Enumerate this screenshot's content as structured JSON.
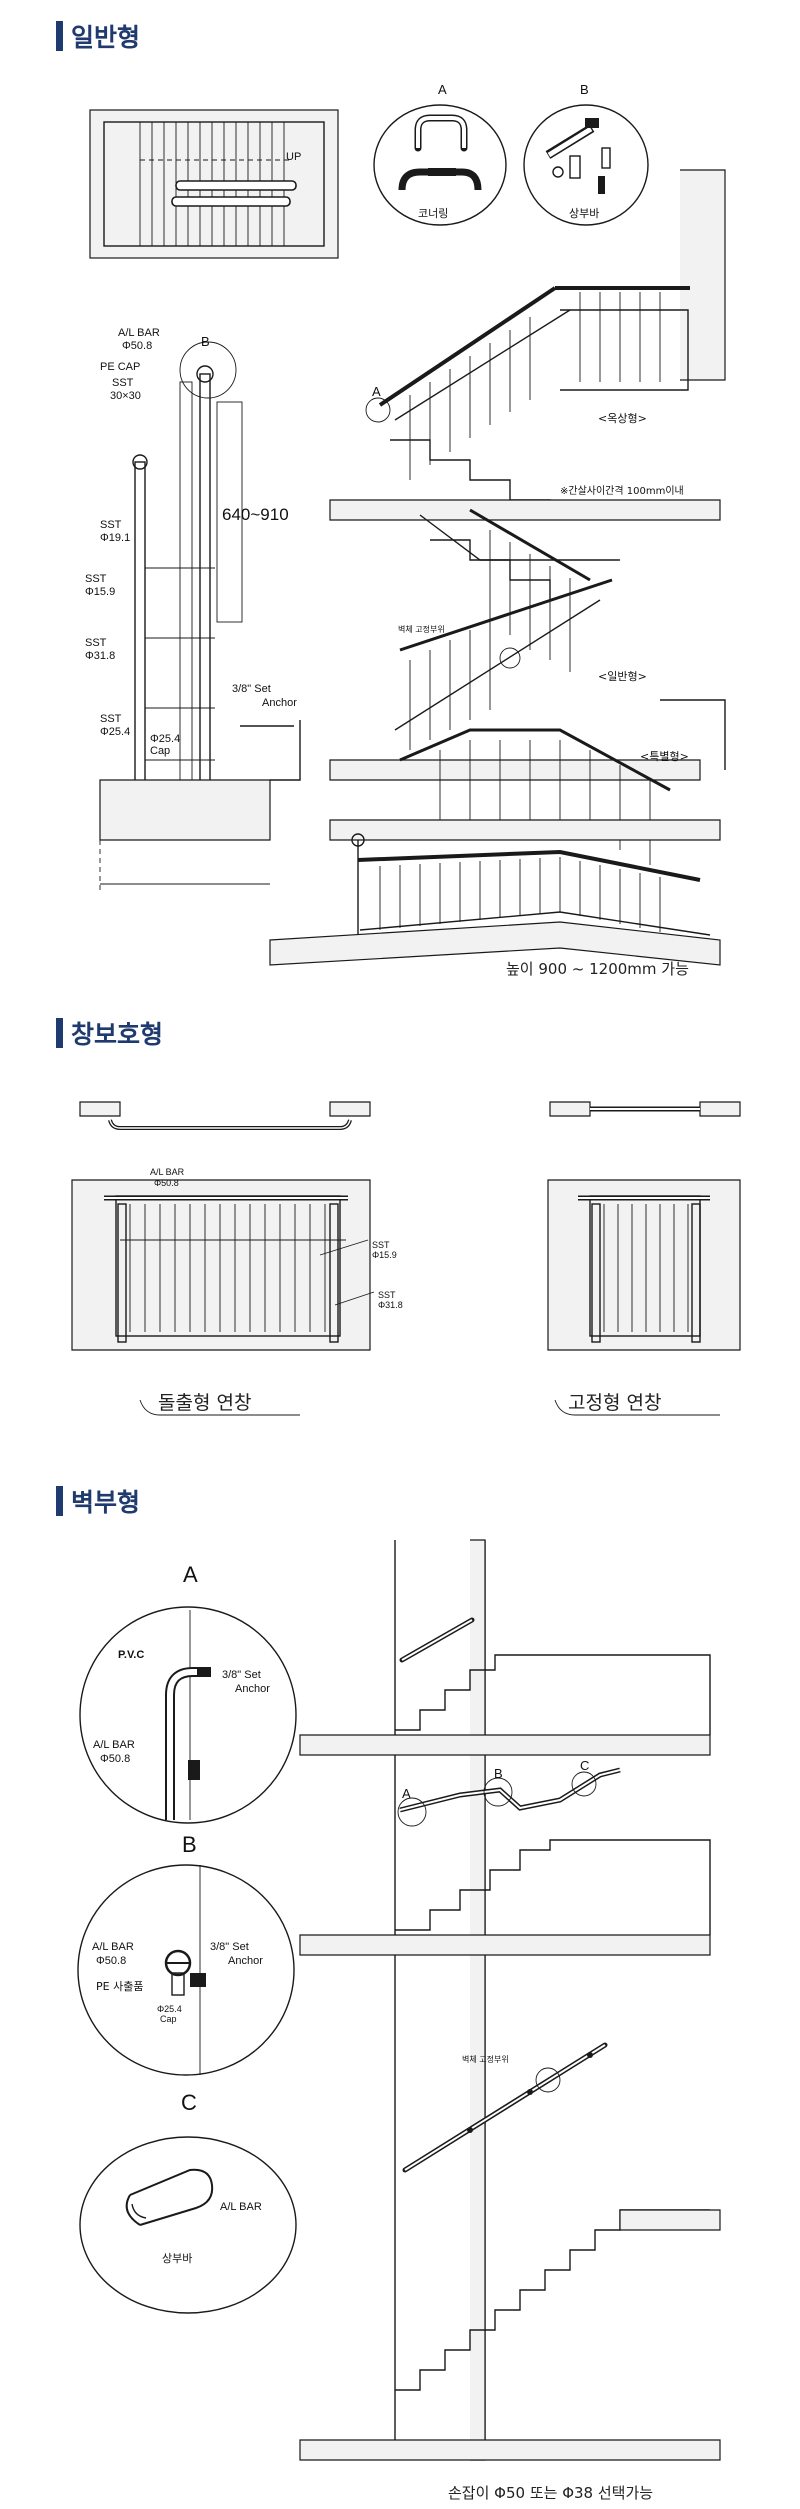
{
  "sections": {
    "general": {
      "title": "일반형",
      "detail_a": "A",
      "detail_b": "B",
      "corner_label": "코너링",
      "top_bar_label": "상부바",
      "up_label": "UP",
      "pvc_b": "B",
      "al_bar": "A/L BAR",
      "al_bar_dia": "Φ50.8",
      "pe_cap": "PE CAP",
      "sst_1": "SST",
      "sst_1_size": "30×30",
      "sst_2": "SST",
      "sst_2_size": "Φ19.1",
      "sst_3": "SST",
      "sst_3_size": "Φ15.9",
      "sst_4": "SST",
      "sst_4_size": "Φ31.8",
      "sst_5": "SST",
      "sst_5_size": "Φ25.4",
      "height_range": "640~910",
      "set_anchor_1": "3/8\" Set",
      "set_anchor_2": "Anchor",
      "cap_dia": "Φ25.4",
      "cap": "Cap",
      "marker_a": "A",
      "rooftop": "<옥상형>",
      "baluster_note": "※간살사이간격 100mm이내",
      "wall_fix": "벽체 고정부위",
      "general_type": "<일반형>",
      "special_type": "<특별형>",
      "height_note": "높이 900 ~ 1200mm 가능"
    },
    "window": {
      "title": "창보호형",
      "al_bar": "A/L BAR",
      "al_bar_dia": "Φ50.8",
      "sst_a": "SST",
      "sst_a_size": "Φ15.9",
      "sst_b": "SST",
      "sst_b_size": "Φ31.8",
      "protruding": "돌출형 연창",
      "fixed": "고정형 연창"
    },
    "wall": {
      "title": "벽부형",
      "det_a": "A",
      "det_b": "B",
      "det_c": "C",
      "pvc": "P.V.C",
      "set_a1": "3/8\" Set",
      "set_a2": "Anchor",
      "al_a": "A/L BAR",
      "al_a_dia": "Φ50.8",
      "al_b": "A/L BAR",
      "al_b_dia": "Φ50.8",
      "set_b1": "3/8\" Set",
      "set_b2": "Anchor",
      "pe_inj": "PE 사출품",
      "cap_dia": "Φ25.4",
      "cap": "Cap",
      "al_c": "A/L BAR",
      "top_bar": "상부바",
      "mark_a": "A",
      "mark_b": "B",
      "mark_c": "C",
      "wall_fix2": "벽체 고정부위",
      "grip_note": "손잡이 Φ50 또는 Φ38 선택가능"
    }
  }
}
